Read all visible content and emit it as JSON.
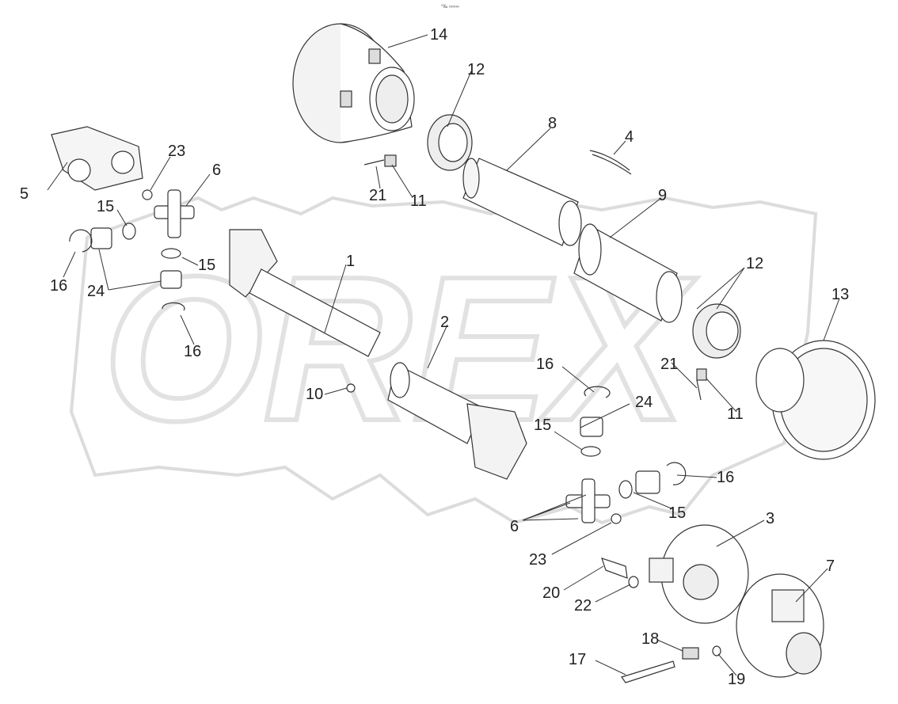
{
  "header": {
    "mark": "°‰ ∞∞∞"
  },
  "labels": [
    {
      "key": "l14",
      "text": "14"
    },
    {
      "key": "l12a",
      "text": "12"
    },
    {
      "key": "l8",
      "text": "8"
    },
    {
      "key": "l4",
      "text": "4"
    },
    {
      "key": "l23a",
      "text": "23"
    },
    {
      "key": "l5",
      "text": "5"
    },
    {
      "key": "l6a",
      "text": "6"
    },
    {
      "key": "l21a",
      "text": "21"
    },
    {
      "key": "l11a",
      "text": "11"
    },
    {
      "key": "l9",
      "text": "9"
    },
    {
      "key": "l15a",
      "text": "15"
    },
    {
      "key": "l12b",
      "text": "12"
    },
    {
      "key": "l13",
      "text": "13"
    },
    {
      "key": "l1",
      "text": "1"
    },
    {
      "key": "l15b",
      "text": "15"
    },
    {
      "key": "l16a",
      "text": "16"
    },
    {
      "key": "l24a",
      "text": "24"
    },
    {
      "key": "l2",
      "text": "2"
    },
    {
      "key": "l16b",
      "text": "16"
    },
    {
      "key": "l21b",
      "text": "21"
    },
    {
      "key": "l16c",
      "text": "16"
    },
    {
      "key": "l10",
      "text": "10"
    },
    {
      "key": "l24b",
      "text": "24"
    },
    {
      "key": "l11b",
      "text": "11"
    },
    {
      "key": "l15c",
      "text": "15"
    },
    {
      "key": "l16d",
      "text": "16"
    },
    {
      "key": "l15d",
      "text": "15"
    },
    {
      "key": "l6b",
      "text": "6"
    },
    {
      "key": "l3",
      "text": "3"
    },
    {
      "key": "l23b",
      "text": "23"
    },
    {
      "key": "l7",
      "text": "7"
    },
    {
      "key": "l20",
      "text": "20"
    },
    {
      "key": "l22",
      "text": "22"
    },
    {
      "key": "l18",
      "text": "18"
    },
    {
      "key": "l17",
      "text": "17"
    },
    {
      "key": "l19",
      "text": "19"
    }
  ]
}
